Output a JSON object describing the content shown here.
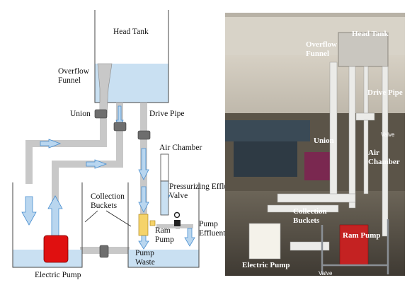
{
  "diagram": {
    "labels": {
      "head_tank": "Head Tank",
      "overflow_funnel": "Overflow\nFunnel",
      "union": "Union",
      "drive_pipe": "Drive Pipe",
      "air_chamber": "Air Chamber",
      "collection_buckets": "Collection\nBuckets",
      "pressurizing_valve": "Pressurizing Effluent\nValve",
      "pump_effluent": "Pump\nEffluent",
      "ram_pump": "Ram\nPump",
      "pump_waste": "Pump\nWaste",
      "electric_pump": "Electric Pump"
    },
    "colors": {
      "water": "#c9e0f2",
      "pipe": "#c8c8c8",
      "arrow": "#b9d6ef",
      "arrow_edge": "#4a8fd0",
      "electric_pump": "#e01010",
      "ram_pump": "#f5d36a",
      "union": "#6e6e6e"
    }
  },
  "photo": {
    "labels": {
      "head_tank": "Head Tank",
      "overflow_funnel": "Overflow\nFunnel",
      "drive_pipe": "Drive Pipe",
      "union": "Union",
      "valve_top": "Valve",
      "air_chamber": "Air\nChamber",
      "collection_buckets": "Collection\nBuckets",
      "ram_pump": "Ram Pump",
      "electric_pump": "Electric Pump",
      "valve_bottom": "Valve"
    }
  }
}
